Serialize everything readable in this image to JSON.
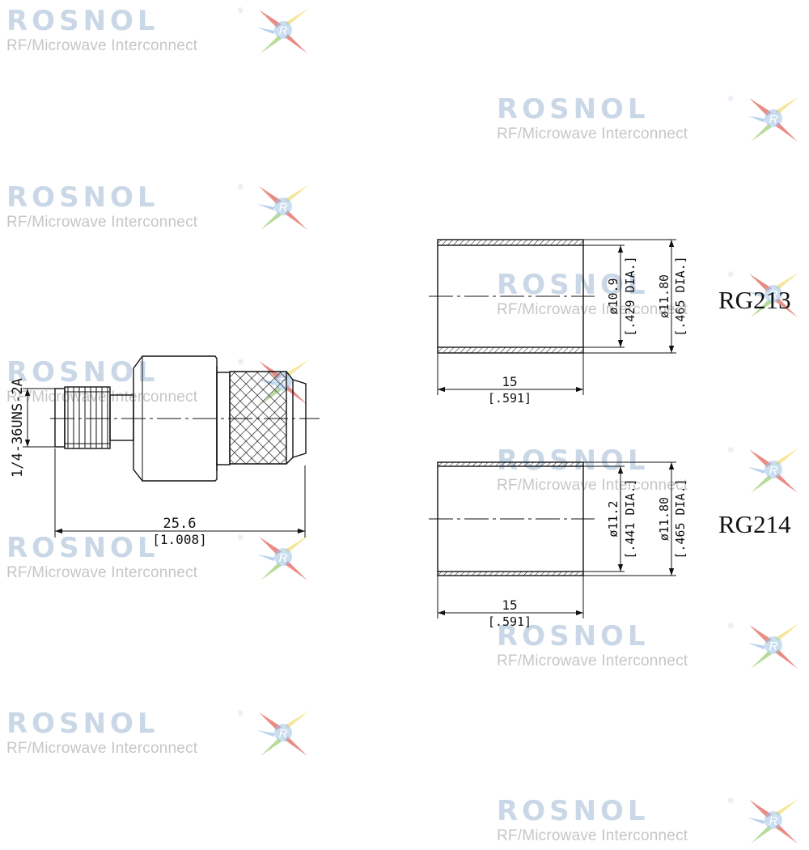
{
  "watermark": {
    "brand": "ROSNOL",
    "tagline": "RF/Microwave Interconnect",
    "registered": "®",
    "logo_letter": "R"
  },
  "connector_drawing": {
    "thread_spec": "1/4-36UNS-2A",
    "overall_length_mm": "25.6",
    "overall_length_in": "[1.008]"
  },
  "ferrule_rg213": {
    "cable_label": "RG213",
    "inner_dia_mm": "ø10.9",
    "inner_dia_in": "[.429 DIA.]",
    "outer_dia_mm": "ø11.80",
    "outer_dia_in": "[.465 DIA.]",
    "length_mm": "15",
    "length_in": "[.591]"
  },
  "ferrule_rg214": {
    "cable_label": "RG214",
    "inner_dia_mm": "ø11.2",
    "inner_dia_in": "[.441 DIA.]",
    "outer_dia_mm": "ø11.80",
    "outer_dia_in": "[.465 DIA.]",
    "length_mm": "15",
    "length_in": "[.591]"
  },
  "colors": {
    "line": "#111111",
    "watermark_text": "#c9d7e6",
    "watermark_tagline": "#c6c6c6",
    "logo_red": "#e2665b",
    "logo_green": "#9fcf7c",
    "logo_yellow": "#f0df7a",
    "logo_blue": "#9fc2e8"
  }
}
